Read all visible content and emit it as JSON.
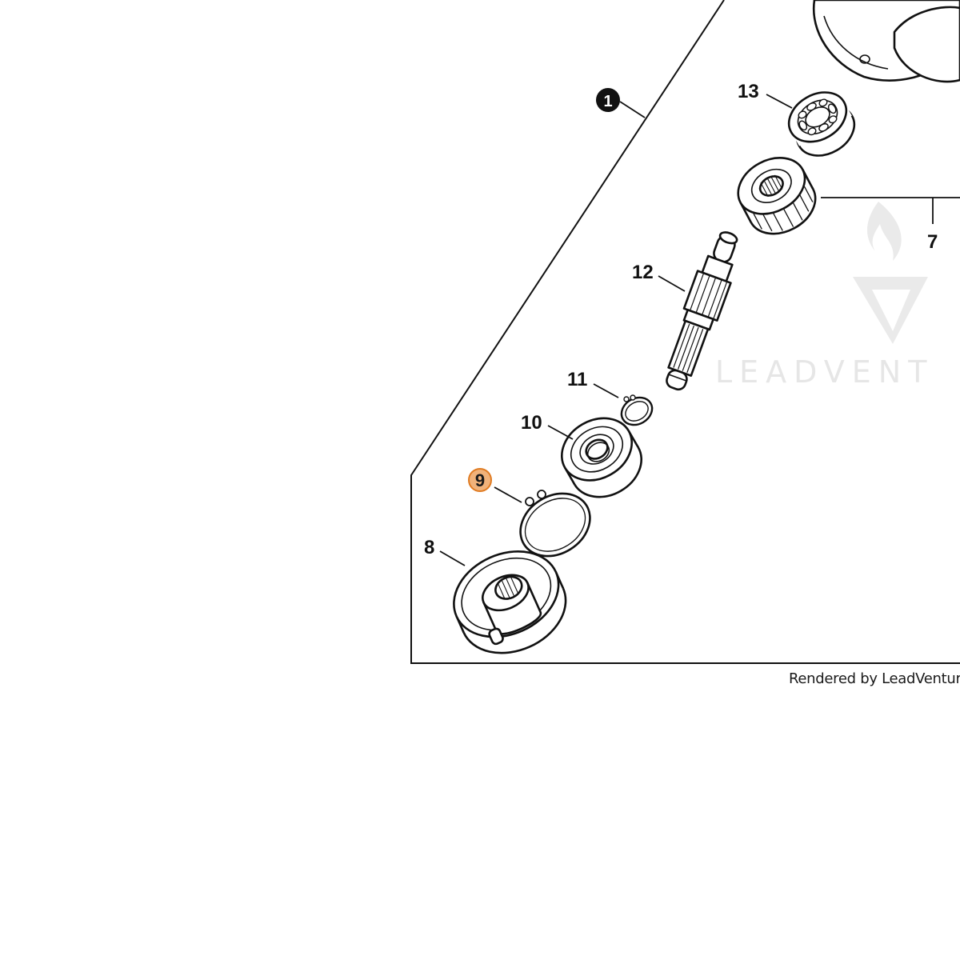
{
  "assembly_marker": {
    "label": "1"
  },
  "callouts": [
    {
      "id": "13",
      "label": "13"
    },
    {
      "id": "7",
      "label": "7"
    },
    {
      "id": "12",
      "label": "12"
    },
    {
      "id": "11",
      "label": "11"
    },
    {
      "id": "10",
      "label": "10"
    },
    {
      "id": "9",
      "label": "9",
      "highlighted": true
    },
    {
      "id": "8",
      "label": "8"
    }
  ],
  "watermark": {
    "text": "LEADVENT"
  },
  "footer": {
    "credit": "Rendered by LeadVenture,"
  },
  "colors": {
    "highlight_fill": "#f0b27a",
    "highlight_stroke": "#e07b22",
    "line": "#111111",
    "watermark": "#e4e4e4"
  }
}
